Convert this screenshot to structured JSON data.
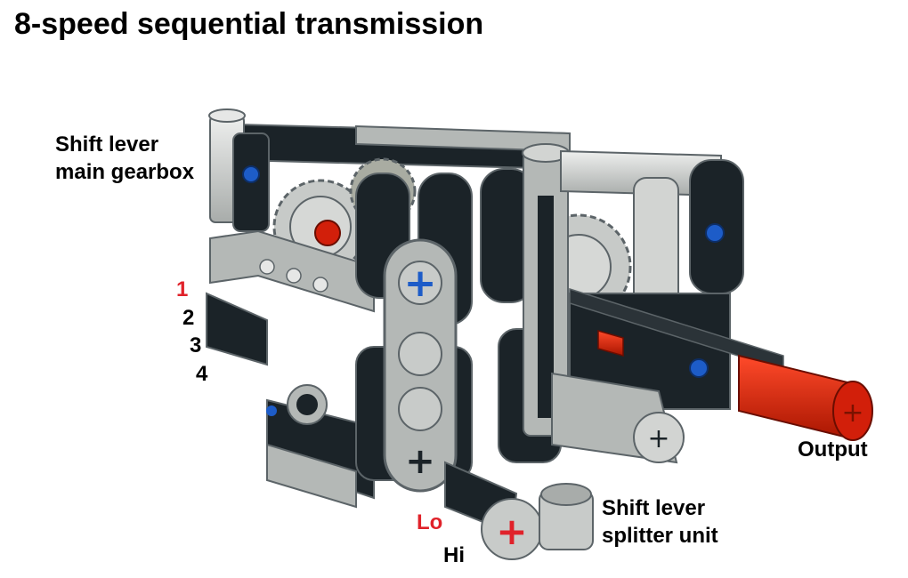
{
  "title": "8-speed sequential transmission",
  "labels": {
    "shift_main_line1": "Shift lever",
    "shift_main_line2": "main gearbox",
    "output": "Output",
    "shift_splitter_line1": "Shift lever",
    "shift_splitter_line2": "splitter unit",
    "lo": "Lo",
    "hi": "Hi"
  },
  "gears": [
    "1",
    "2",
    "3",
    "4"
  ],
  "colors": {
    "beam_black": "#1b2328",
    "beam_gray": "#b4b8b6",
    "pin_gray": "#d2d4d2",
    "axle_red": "#d21f0a",
    "pin_blue": "#1d5cc8",
    "highlight_red": "#e0222a",
    "text": "#000000"
  }
}
